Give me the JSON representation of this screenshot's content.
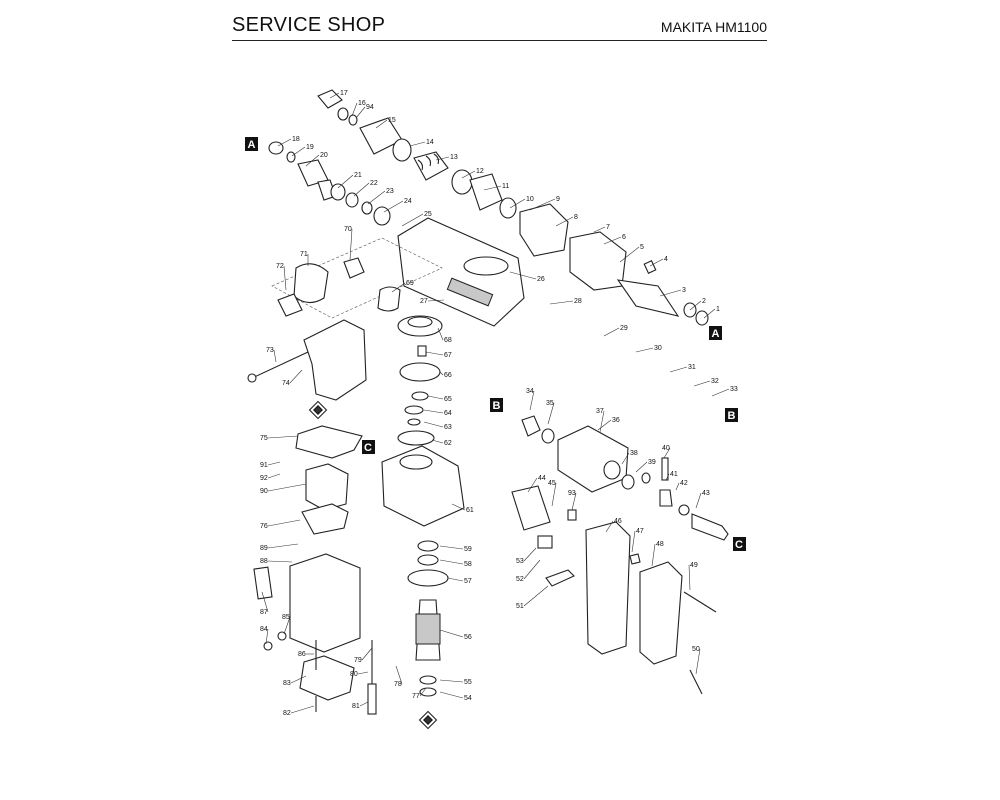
{
  "header": {
    "left_title": "SERVICE SHOP",
    "right_title": "MAKITA HM1100"
  },
  "diagram": {
    "ref_tags": [
      "A",
      "B",
      "C"
    ],
    "part_numbers": [
      "1",
      "2",
      "3",
      "4",
      "5",
      "6",
      "7",
      "8",
      "9",
      "10",
      "11",
      "12",
      "13",
      "14",
      "15",
      "16",
      "17",
      "18",
      "19",
      "20",
      "21",
      "22",
      "23",
      "24",
      "25",
      "26",
      "27",
      "28",
      "29",
      "30",
      "31",
      "32",
      "33",
      "34",
      "35",
      "36",
      "37",
      "38",
      "39",
      "40",
      "41",
      "42",
      "43",
      "44",
      "45",
      "46",
      "47",
      "48",
      "49",
      "50",
      "51",
      "52",
      "53",
      "54",
      "55",
      "56",
      "57",
      "58",
      "59",
      "61",
      "62",
      "63",
      "64",
      "65",
      "66",
      "67",
      "68",
      "69",
      "70",
      "71",
      "72",
      "73",
      "74",
      "75",
      "76",
      "77",
      "78",
      "79",
      "80",
      "81",
      "82",
      "83",
      "84",
      "85",
      "86",
      "87",
      "88",
      "89",
      "90",
      "91",
      "92",
      "93",
      "94"
    ]
  }
}
